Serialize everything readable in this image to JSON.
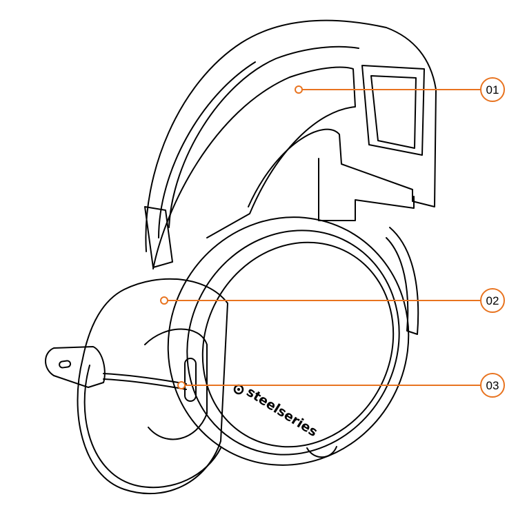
{
  "accent_color": "#e8731f",
  "line_color": "#000000",
  "brand": {
    "logo": "steelseries-logo",
    "wordmark": "steelseries"
  },
  "callouts": [
    {
      "label": "01"
    },
    {
      "label": "02"
    },
    {
      "label": "03"
    }
  ]
}
